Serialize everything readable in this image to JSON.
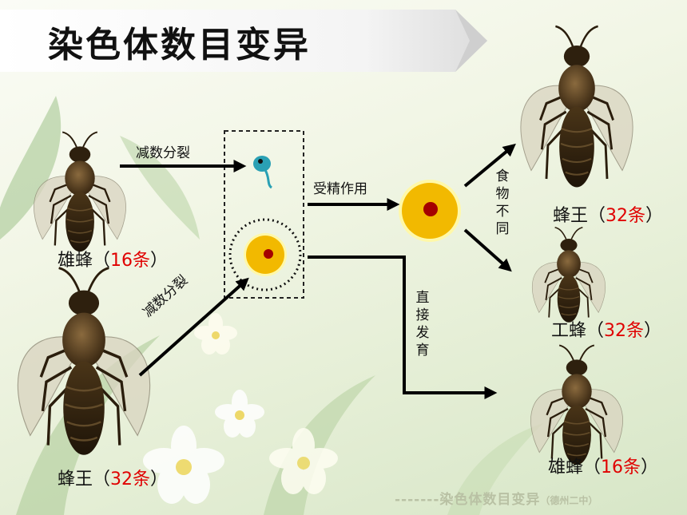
{
  "title": "染色体数目变异",
  "labels": {
    "drone_parent": {
      "name": "雄蜂",
      "open": "（",
      "num": "16条",
      "close": "）"
    },
    "queen_parent": {
      "name": "蜂王",
      "open": "（",
      "num": "32条",
      "close": "）"
    },
    "queen_child": {
      "name": "蜂王",
      "open": "（",
      "num": "32条",
      "close": "）"
    },
    "worker_child": {
      "name": "工蜂",
      "open": "（",
      "num": "32条",
      "close": "）"
    },
    "drone_child": {
      "name": "雄蜂",
      "open": "（",
      "num": "16条",
      "close": "）"
    }
  },
  "steps": {
    "meiosis_top": "减数分裂",
    "meiosis_diag": "减数分裂",
    "fertilization": "受精作用",
    "food": [
      "食",
      "物",
      "不",
      "同"
    ],
    "direct": [
      "直",
      "接",
      "发",
      "育"
    ]
  },
  "footer": {
    "dashes": "-------",
    "title": "染色体数目变异",
    "source": "（德州二中）"
  },
  "colors": {
    "egg_yolk": "#f2b900",
    "egg_ring": "#fff8a8",
    "nucleus": "#a40000",
    "sperm_head": "#2aa0b4",
    "highlight_red": "#e00000"
  }
}
